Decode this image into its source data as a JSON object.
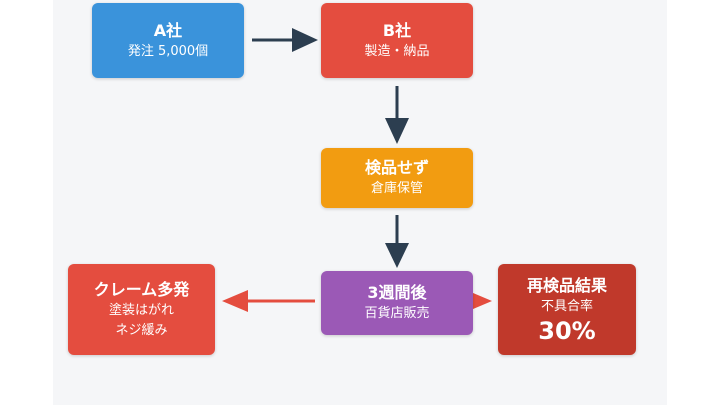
{
  "colors": {
    "blue": "#3a93db",
    "red": "#e44d3f",
    "orange": "#f29c11",
    "purple": "#9b59b6",
    "dark_red": "#c0392b",
    "arrow_navy": "#2c3e50",
    "arrow_red": "#e44d3f"
  },
  "nodes": {
    "a": {
      "title": "A社",
      "sub": "発注 5,000個"
    },
    "b": {
      "title": "B社",
      "sub": "製造・納品"
    },
    "c": {
      "title": "検品せず",
      "sub": "倉庫保管"
    },
    "d": {
      "title": "3週間後",
      "sub": "百貨店販売"
    },
    "e": {
      "title": "クレーム多発",
      "line1": "塗装はがれ",
      "line2": "ネジ緩み"
    },
    "f": {
      "title": "再検品結果",
      "sub": "不具合率",
      "value": "30%"
    }
  }
}
